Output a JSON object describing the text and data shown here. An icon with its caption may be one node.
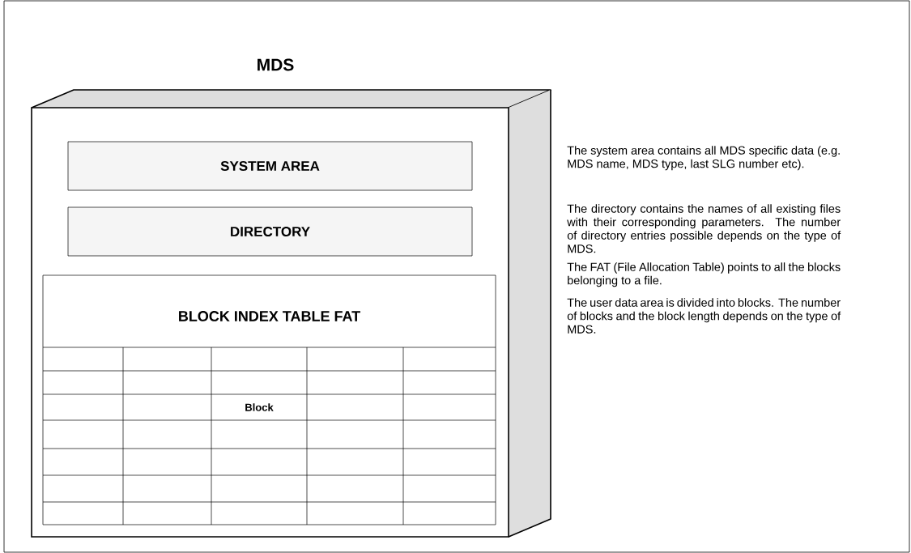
{
  "diagram": {
    "nodes": [
      {
        "text": [
          "MDS"
        ]
      },
      {
        "text": [
          "SYSTEM AREA"
        ],
        "in": 0
      },
      {
        "text": [
          "DIRECTORY"
        ],
        "in": 0
      },
      {
        "text": [
          "BLOCK INDEX TABLE  FAT"
        ],
        "in": 0
      }
    ],
    "labels": [
      "The system area contains all MDS  specific data (e.g. MDS name, MDS type, last SLG number etc).",
      "The directory contains the names of all existing files with their corresponding parameters. The number of directory entries possible depends on the type of MDS.",
      "The FAT (File Allocation Table) points to all the blocks belonging to a file.",
      "The user data area is divided into blocks. The number of blocks and the block length depends on the type of MDS.",
      "Block"
    ]
  }
}
